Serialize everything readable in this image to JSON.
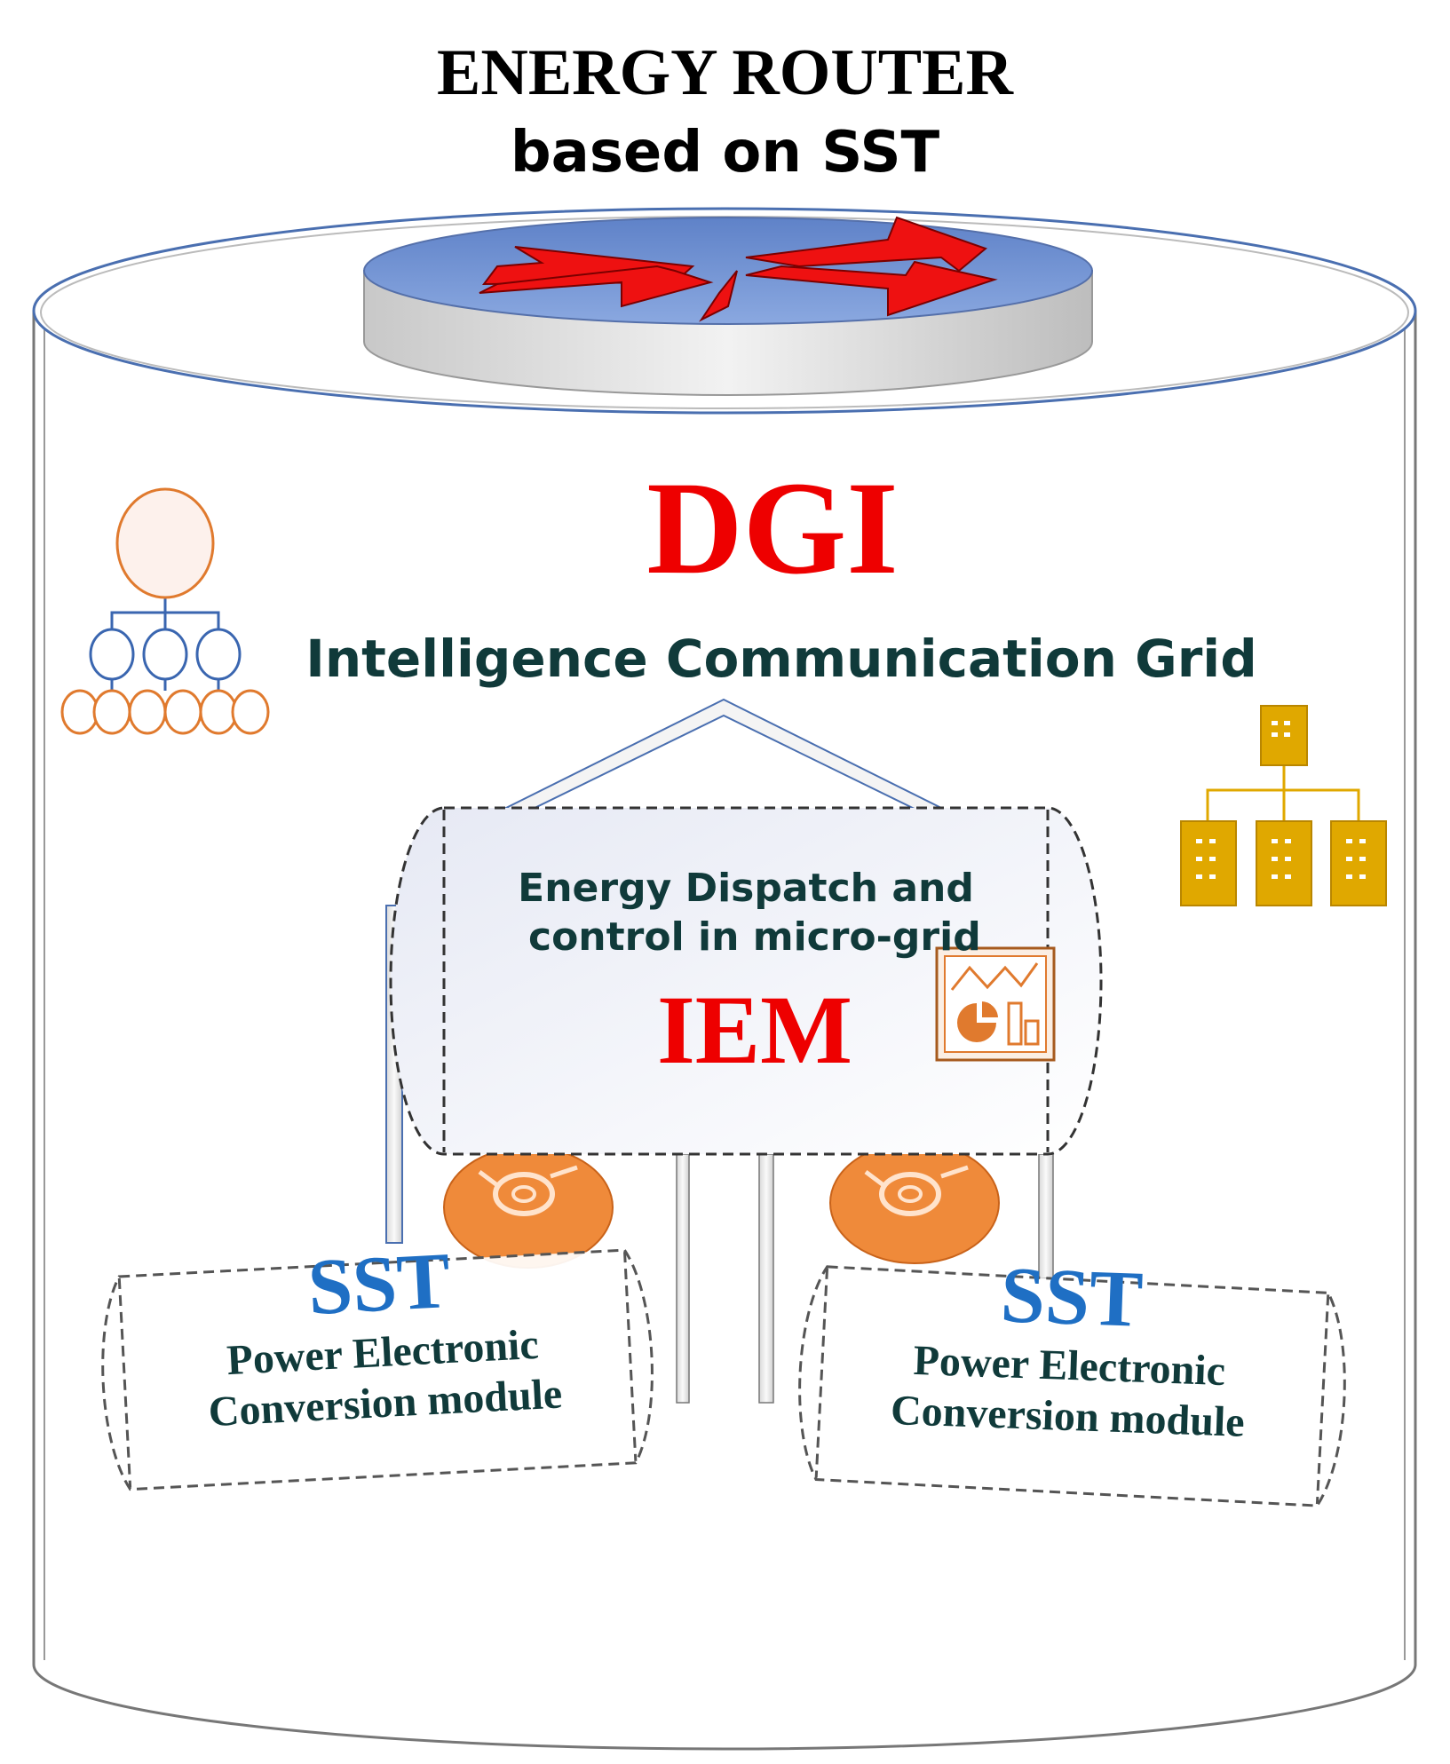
{
  "title": {
    "line1": "ENERGY ROUTER",
    "line2": "based on SST"
  },
  "dgi": {
    "label": "DGI",
    "subtitle": "Intelligence Communication Grid"
  },
  "iem": {
    "line1": "Energy Dispatch and",
    "line2": "control in micro-grid",
    "label": "IEM"
  },
  "sst_left": {
    "label": "SST",
    "line1": "Power Electronic",
    "line2": "Conversion module"
  },
  "sst_right": {
    "label": "SST",
    "line1": "Power Electronic",
    "line2": "Conversion module"
  },
  "colors": {
    "accent_red": "#ee0000",
    "sst_blue": "#1f6fc4",
    "dark_text": "#103a3a",
    "orange": "#e07a2e",
    "gold": "#e0a800",
    "router_blue": "#6f8fcf",
    "outline_blue": "#4a6fb0"
  },
  "icons": [
    "router-arrows-icon",
    "hierarchy-tree-icon",
    "org-chart-icon",
    "dashboard-chart-icon",
    "gear-icon"
  ]
}
